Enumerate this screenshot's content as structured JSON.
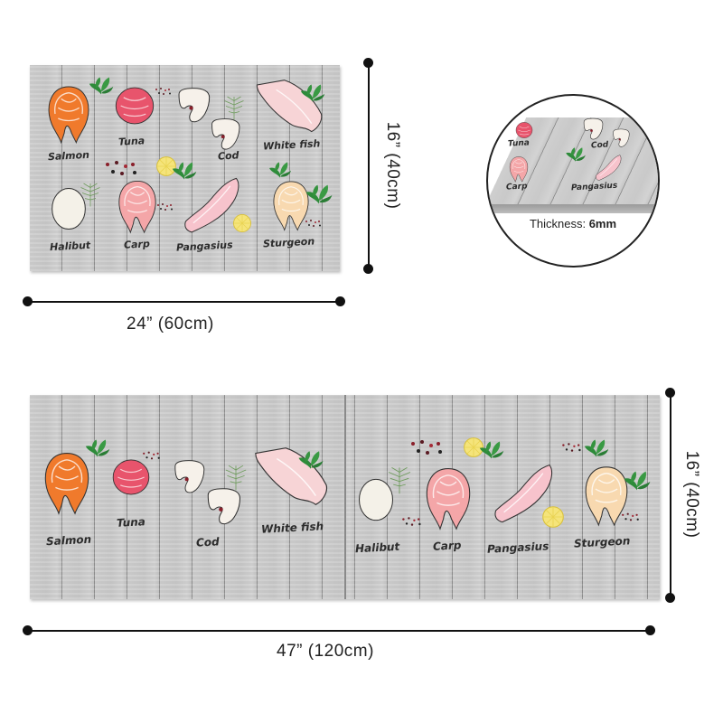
{
  "labels": {
    "salmon": "Salmon",
    "tuna": "Tuna",
    "cod": "Cod",
    "white_fish": "White fish",
    "halibut": "Halibut",
    "carp": "Carp",
    "pangasius": "Pangasius",
    "sturgeon": "Sturgeon"
  },
  "dimensions": {
    "small_width": "24”  (60cm)",
    "small_height": "16”  (40cm)",
    "large_width": "47”  (120cm)",
    "large_height": "16”  (40cm)"
  },
  "thickness": {
    "label": "Thickness: ",
    "value": "6mm"
  },
  "colors": {
    "salmon": "#f07a2c",
    "tuna": "#e8546c",
    "cod": "#f6f1ea",
    "white_fish": "#f7d4d6",
    "halibut": "#f4f1e8",
    "carp": "#f4a6a8",
    "pangasius": "#f7c3cc",
    "sturgeon": "#f8d9b0",
    "herb": "#2e8b3a",
    "lemon": "#f5e47a",
    "peppercorn": "#8a1f2a"
  }
}
